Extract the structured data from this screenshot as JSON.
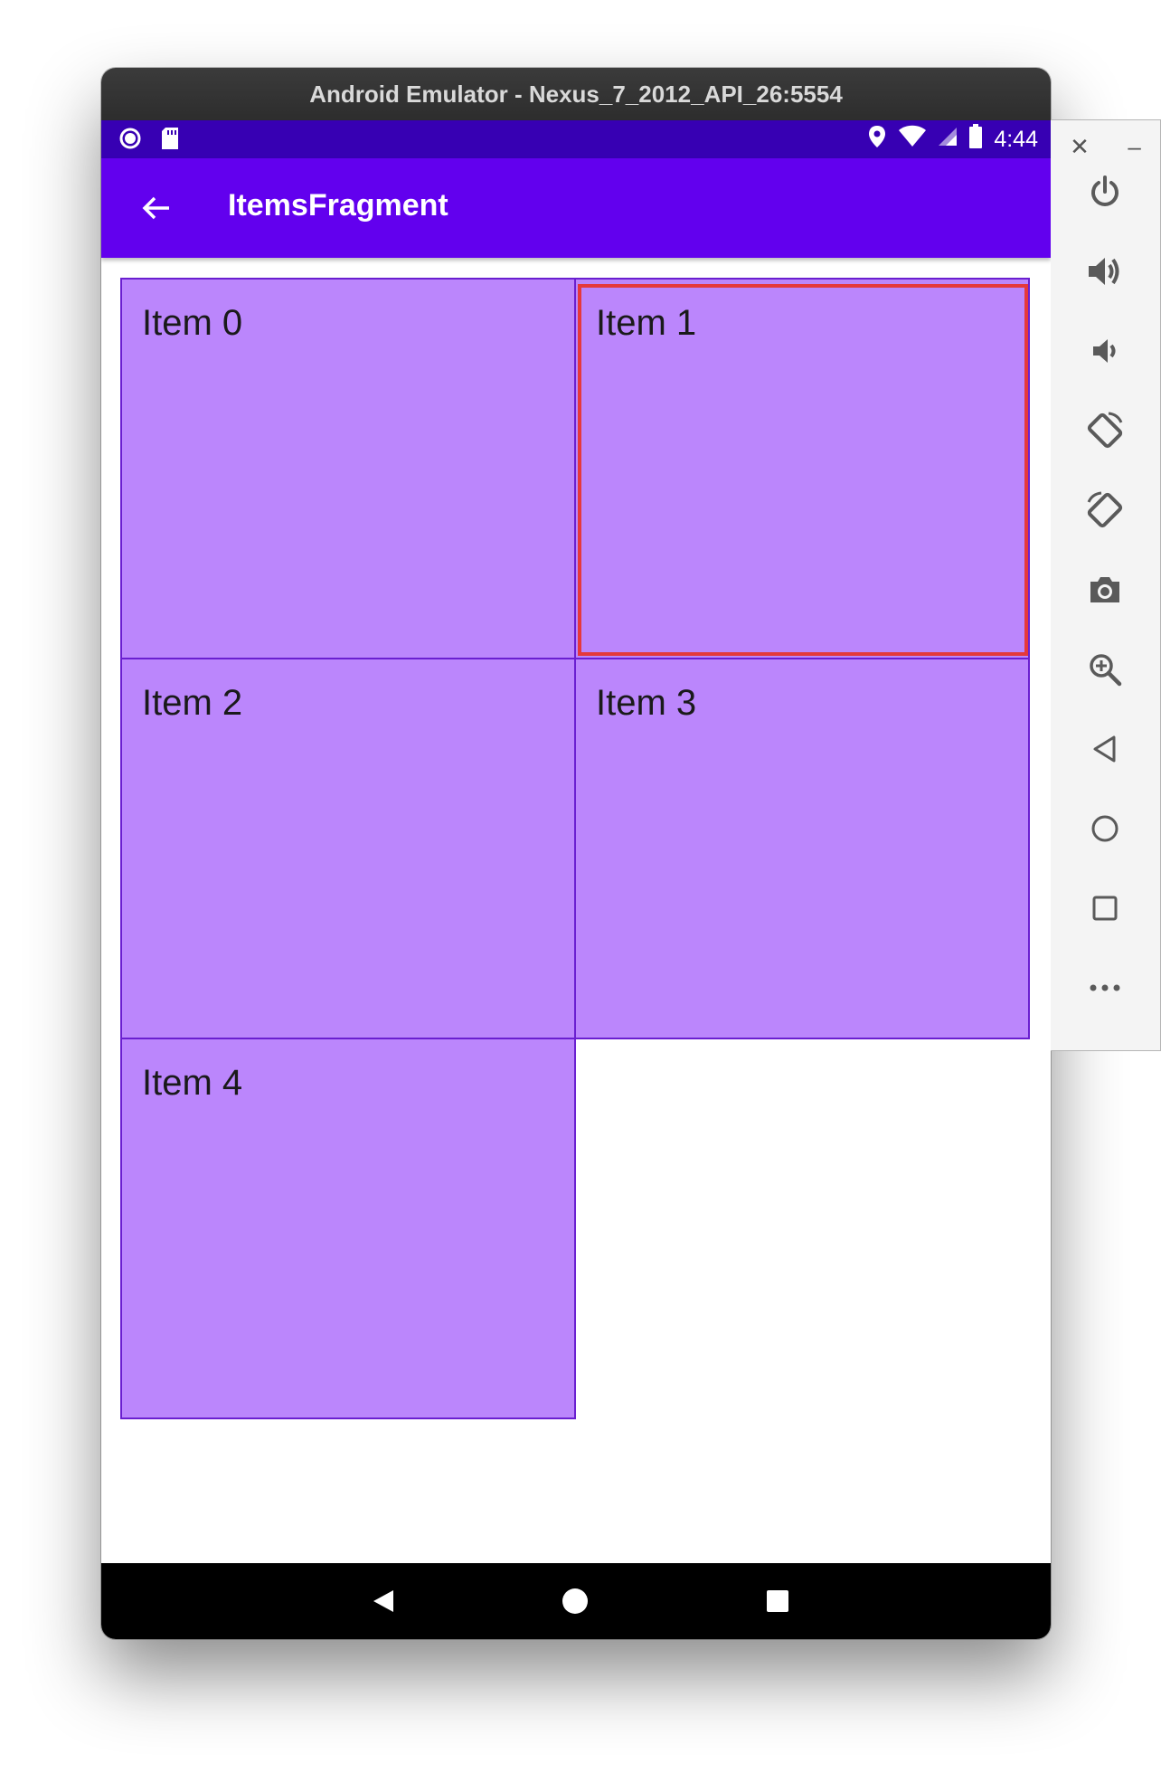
{
  "window": {
    "title": "Android Emulator - Nexus_7_2012_API_26:5554"
  },
  "statusbar": {
    "time": "4:44",
    "left_icons": [
      "notification-circle-icon",
      "sd-card-icon"
    ],
    "right_icons": [
      "location-icon",
      "wifi-icon",
      "signal-icon",
      "battery-icon"
    ]
  },
  "appbar": {
    "title": "ItemsFragment",
    "back_icon": "arrow-left-icon"
  },
  "grid": {
    "items": [
      {
        "label": "Item 0"
      },
      {
        "label": "Item 1"
      },
      {
        "label": "Item 2"
      },
      {
        "label": "Item 3"
      },
      {
        "label": "Item 4"
      }
    ],
    "focused_item": "Item 1"
  },
  "navbar": {
    "buttons": [
      "back-icon",
      "home-icon",
      "recents-icon"
    ]
  },
  "toolbar": {
    "buttons": [
      "power-icon",
      "volume-up-icon",
      "volume-down-icon",
      "rotate-left-icon",
      "rotate-right-icon",
      "camera-icon",
      "zoom-icon",
      "back-icon",
      "home-icon",
      "overview-icon",
      "more-icon"
    ]
  },
  "colors": {
    "primary": "#6200ee",
    "primary_dark": "#3700b3",
    "item_fill": "#bb86fc",
    "focus": "#e5383b"
  }
}
